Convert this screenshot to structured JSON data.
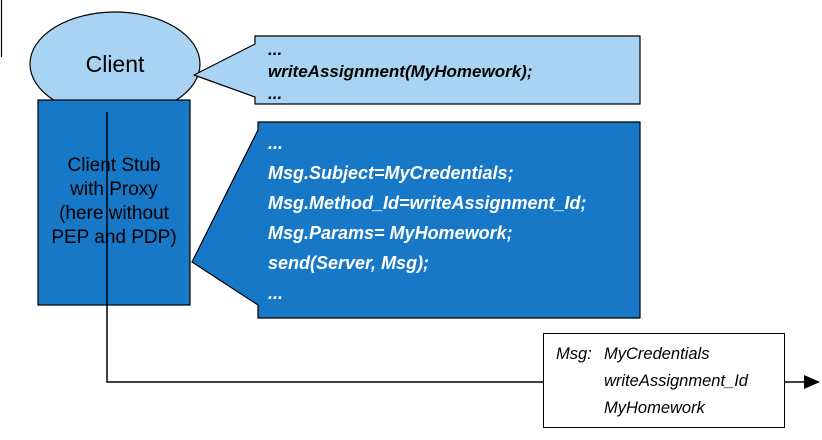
{
  "colors": {
    "light_blue": "#a9d3f3",
    "dark_blue": "#1878c8",
    "outline": "#000000"
  },
  "client": {
    "label": "Client"
  },
  "client_stub": {
    "lines": [
      "Client Stub",
      "with Proxy",
      "(here without",
      "PEP and PDP)"
    ]
  },
  "client_code_callout": {
    "lines": [
      "...",
      "writeAssignment(MyHomework);",
      "..."
    ]
  },
  "stub_code_callout": {
    "lines": [
      "...",
      "Msg.Subject=MyCredentials;",
      "Msg.Method_Id=writeAssignment_Id;",
      "Msg.Params= MyHomework;",
      "send(Server, Msg);",
      "..."
    ]
  },
  "message_box": {
    "label": "Msg:",
    "lines": [
      "MyCredentials",
      "writeAssignment_Id",
      "MyHomework"
    ]
  }
}
